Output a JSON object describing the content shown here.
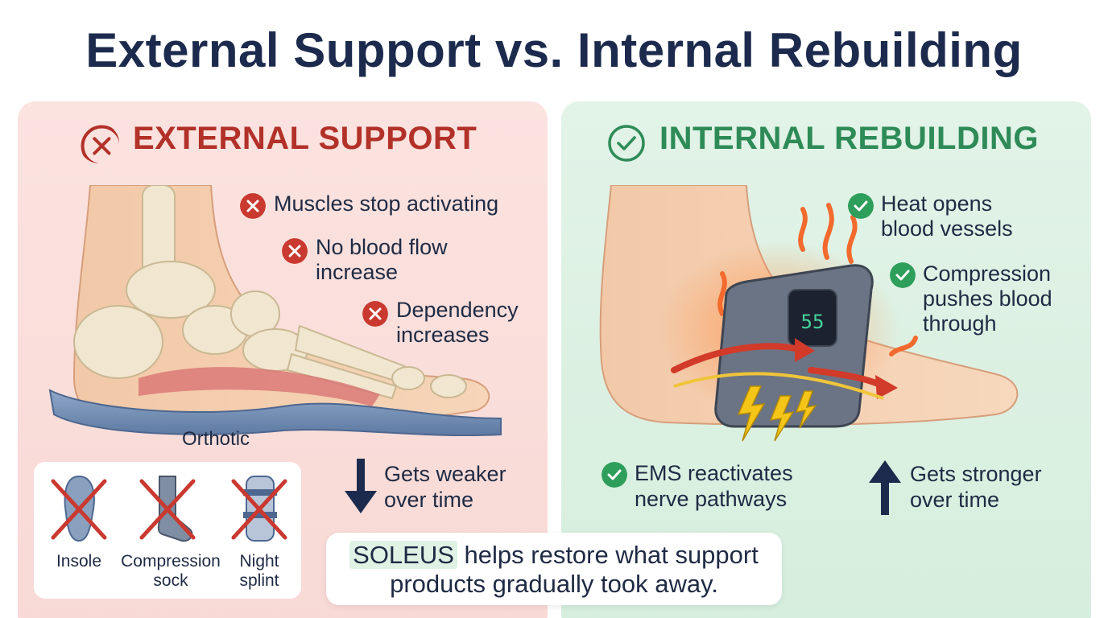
{
  "title": "External Support vs. Internal Rebuilding",
  "left_panel": {
    "heading": "EXTERNAL SUPPORT",
    "points": [
      "Muscles stop activating",
      "No blood flow",
      "increase",
      "Dependency",
      "increases"
    ],
    "caption": "Orthotic",
    "products": {
      "insole": "Insole",
      "sock_line1": "Compression",
      "sock_line2": "sock",
      "splint_line1": "Night",
      "splint_line2": "splint"
    },
    "trend_line1": "Gets weaker",
    "trend_line2": "over time"
  },
  "right_panel": {
    "heading": "INTERNAL REBUILDING",
    "points": [
      "Heat opens",
      "blood vessels",
      "Compression",
      "pushes blood",
      "through",
      "EMS reactivates",
      "nerve pathways"
    ],
    "device_display": "55",
    "trend_line1": "Gets stronger",
    "trend_line2": "over time"
  },
  "callout": {
    "brand": "SOLEUS",
    "line1_rest": " helps restore what support",
    "line2": "products gradually took away."
  },
  "colors": {
    "title": "#1c2b4d",
    "negative": "#b23128",
    "positive": "#2e8b57",
    "left_bg": "#f8d9d5",
    "right_bg": "#d6eedd"
  }
}
